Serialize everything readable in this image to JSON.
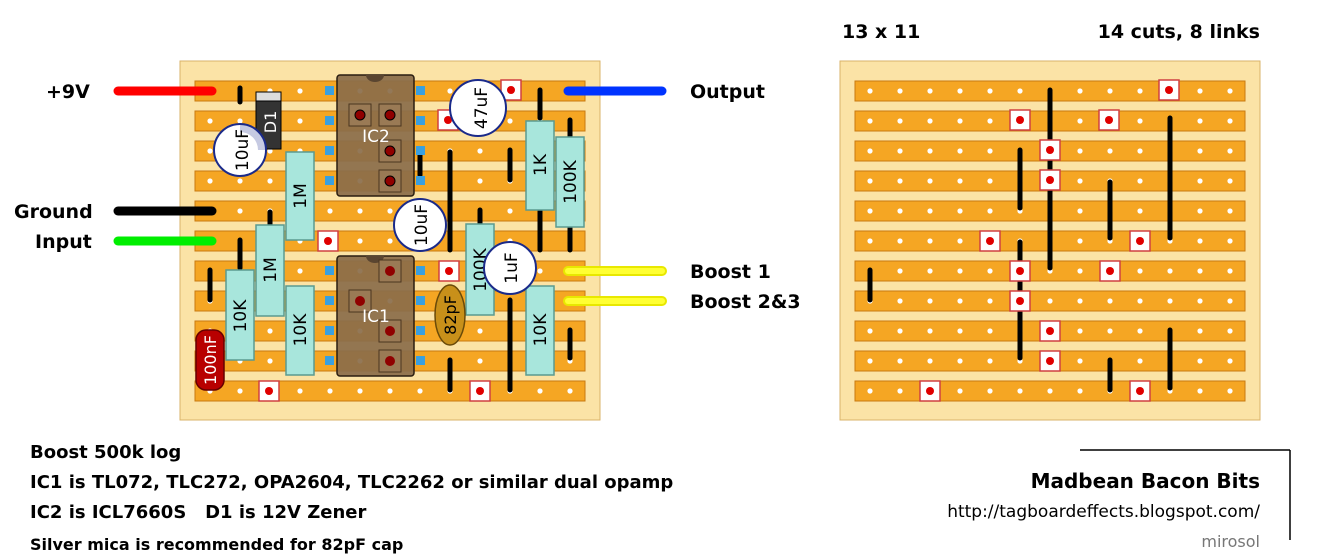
{
  "left_labels": [
    {
      "text": "+9V"
    },
    {
      "text": "Ground"
    },
    {
      "text": "Input"
    }
  ],
  "right_labels": [
    {
      "text": "Output"
    },
    {
      "text": "Boost 1"
    },
    {
      "text": "Boost 2&3"
    }
  ],
  "wire_colors": {
    "v9": "#ff0000",
    "ground": "#000000",
    "input": "#00ee00",
    "output": "#0033ff",
    "boost": "#ffff00"
  },
  "components": {
    "ic2": "IC2",
    "ic1": "IC1",
    "d1": "D1",
    "c10uf_a": "10uF",
    "c47uf": "47uF",
    "c10uf_b": "10uF",
    "c1uf": "1uF",
    "r1m_a": "1M",
    "r1m_b": "1M",
    "r1k": "1K",
    "r100k_a": "100K",
    "r100k_b": "100K",
    "r10k_a": "10K",
    "r10k_b": "10K",
    "r10k_c": "10K",
    "c82pf": "82pF",
    "c100nf": "100nF"
  },
  "cut_board": {
    "size": "13 x 11",
    "summary": "14 cuts, 8 links"
  },
  "notes": [
    "Boost 500k log",
    "IC1 is TL072, TLC272, OPA2604, TLC2262 or similar dual opamp",
    "IC2 is ICL7660S   D1 is 12V Zener",
    "Silver mica is recommended for 82pF cap"
  ],
  "credits": {
    "title": "Madbean Bacon Bits",
    "url": "http://tagboardeffects.blogspot.com/",
    "author": "mirosol"
  }
}
